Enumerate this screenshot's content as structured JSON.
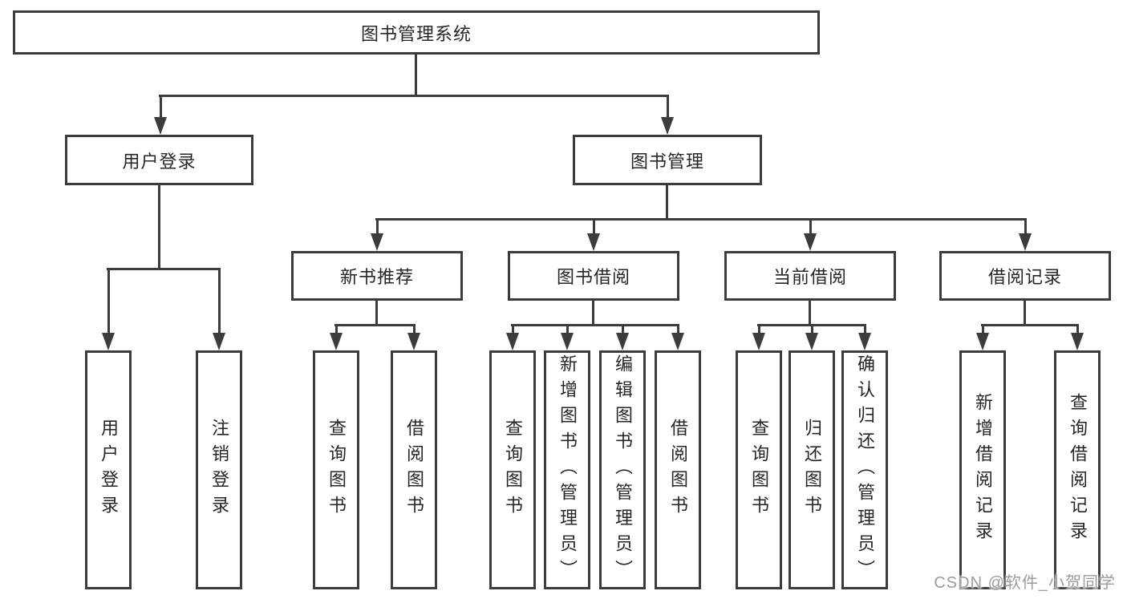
{
  "diagram": {
    "nodes": {
      "root": "图书管理系统",
      "level2": [
        "用户登录",
        "图书管理"
      ],
      "level3": [
        "新书推荐",
        "图书借阅",
        "当前借阅",
        "借阅记录"
      ],
      "leaves": [
        "用户登录",
        "注销登录",
        "查询图书",
        "借阅图书",
        "查询图书",
        "新增图书（管理员）",
        "编辑图书（管理员）",
        "借阅图书",
        "查询图书",
        "归还图书",
        "确认归还（管理员）",
        "新增借阅记录",
        "查询借阅记录"
      ]
    },
    "hierarchy": {
      "图书管理系统": {
        "用户登录": [
          "用户登录",
          "注销登录"
        ],
        "图书管理": {
          "新书推荐": [
            "查询图书",
            "借阅图书"
          ],
          "图书借阅": [
            "查询图书",
            "新增图书（管理员）",
            "编辑图书（管理员）",
            "借阅图书"
          ],
          "当前借阅": [
            "查询图书",
            "归还图书",
            "确认归还（管理员）"
          ],
          "借阅记录": [
            "新增借阅记录",
            "查询借阅记录"
          ]
        }
      }
    },
    "colors": {
      "line": "#3c3c3c",
      "text": "#262626",
      "background": "#ffffff"
    }
  },
  "watermark": {
    "text": "CSDN @软件_小贺同学",
    "color": "#9c9c9c"
  }
}
